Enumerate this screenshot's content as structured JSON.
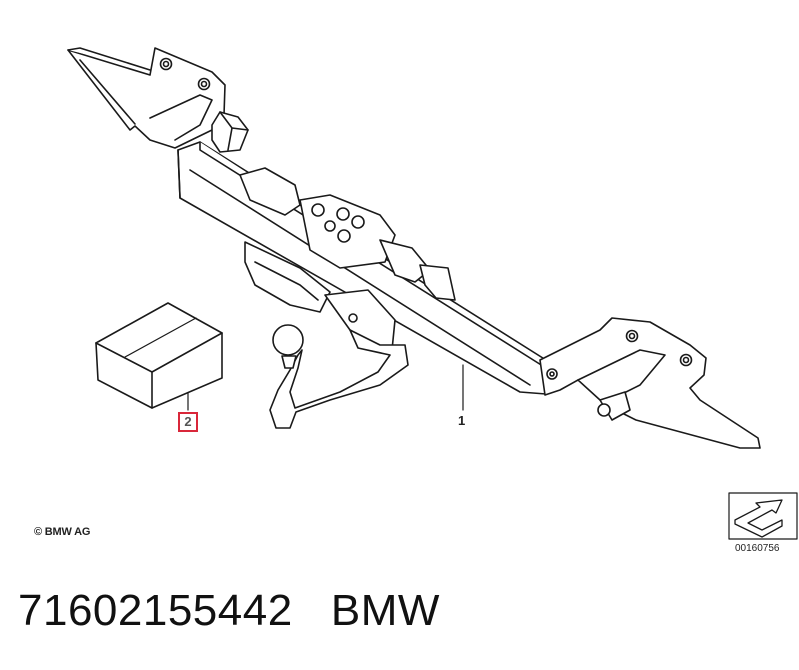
{
  "callouts": {
    "part_1": "1",
    "part_2": "2"
  },
  "copyright": "© BMW AG",
  "diagram_number": "00160756",
  "caption": {
    "part_number": "71602155442",
    "brand": "BMW"
  },
  "colors": {
    "line": "#1a1a1a",
    "highlight_box": "#d9273a",
    "background": "#ffffff"
  },
  "icons": [
    "tow-hitch-illustration",
    "parts-box-illustration",
    "next-page-arrow-icon"
  ]
}
